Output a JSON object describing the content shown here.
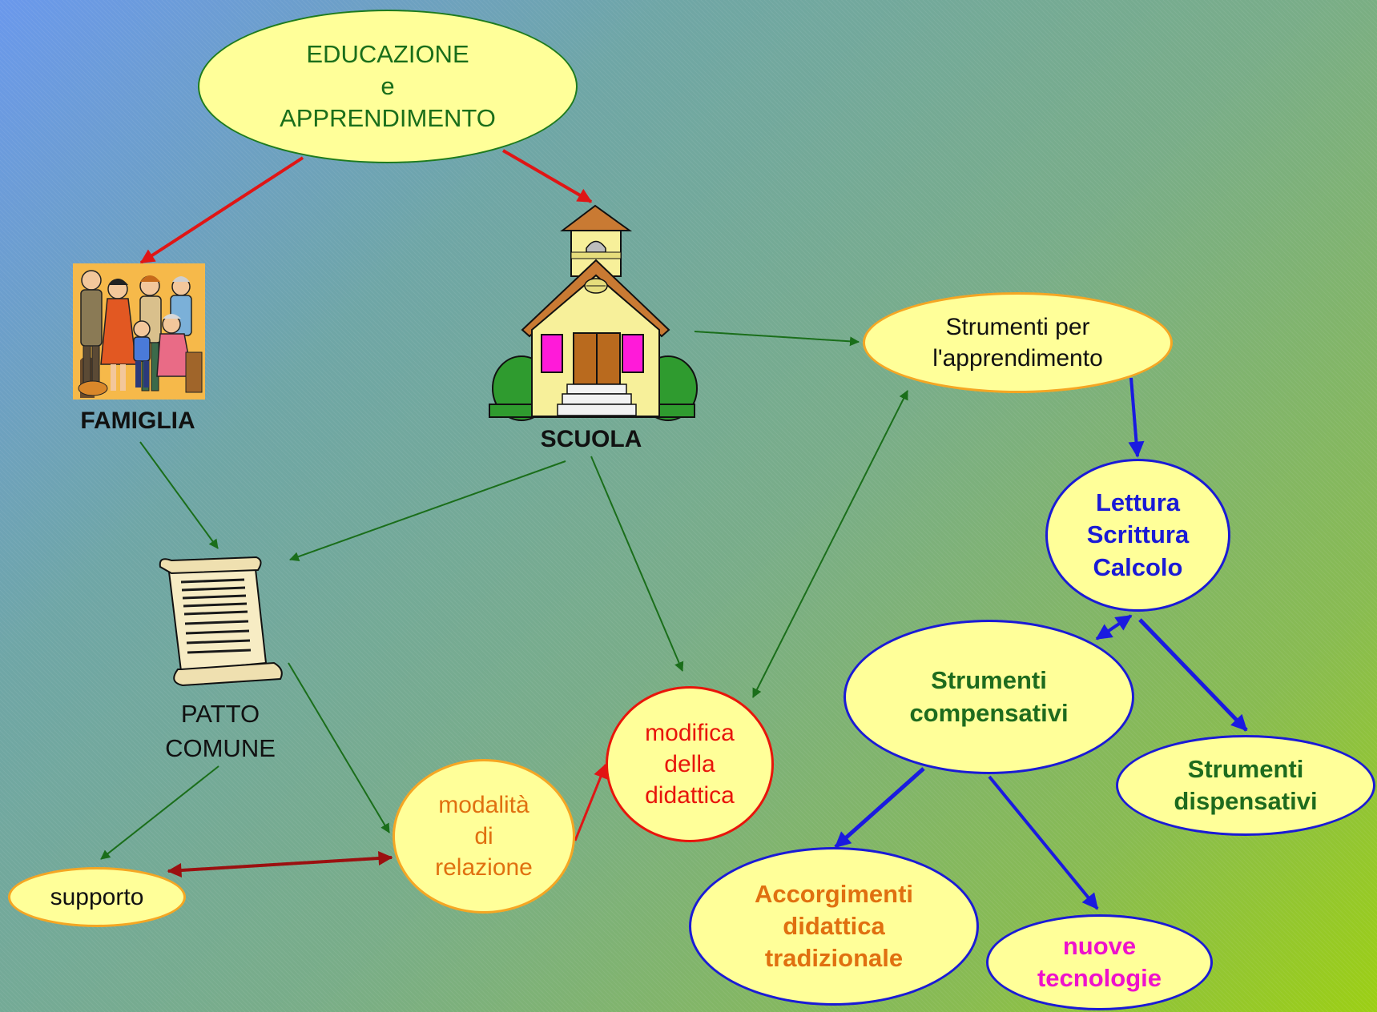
{
  "colors": {
    "node_fill": "#ffff99",
    "green_border": "#1e7b1e",
    "orange_border": "#f5a623",
    "red_border": "#e8150b",
    "blue_border": "#1a1ad6",
    "edge_green": "#1a6e1a",
    "edge_red": "#e01515",
    "edge_darkred": "#9b1010",
    "edge_blue": "#1a1ae0"
  },
  "nodes": {
    "educazione": {
      "lines": [
        "EDUCAZIONE",
        "e",
        "APPRENDIMENTO"
      ]
    },
    "famiglia": {
      "label": "FAMIGLIA",
      "icon": "family-clipart"
    },
    "scuola": {
      "label": "SCUOLA",
      "icon": "schoolhouse-clipart"
    },
    "patto": {
      "lines": [
        "PATTO",
        "COMUNE"
      ],
      "icon": "scroll-clipart"
    },
    "strumenti_app": {
      "lines": [
        "Strumenti per",
        "l'apprendimento"
      ]
    },
    "lettura": {
      "lines": [
        "Lettura",
        "Scrittura",
        "Calcolo"
      ]
    },
    "compensativi": {
      "lines": [
        "Strumenti",
        "compensativi"
      ]
    },
    "dispensativi": {
      "lines": [
        "Strumenti",
        "dispensativi"
      ]
    },
    "accorgimenti": {
      "lines": [
        "Accorgimenti",
        "didattica",
        "tradizionale"
      ]
    },
    "tecnologie": {
      "lines": [
        "nuove",
        "tecnologie"
      ]
    },
    "modifica": {
      "lines": [
        "modifica",
        "della",
        "didattica"
      ]
    },
    "modalita": {
      "lines": [
        "modalità",
        "di",
        "relazione"
      ]
    },
    "supporto": {
      "lines": [
        "supporto"
      ]
    }
  }
}
